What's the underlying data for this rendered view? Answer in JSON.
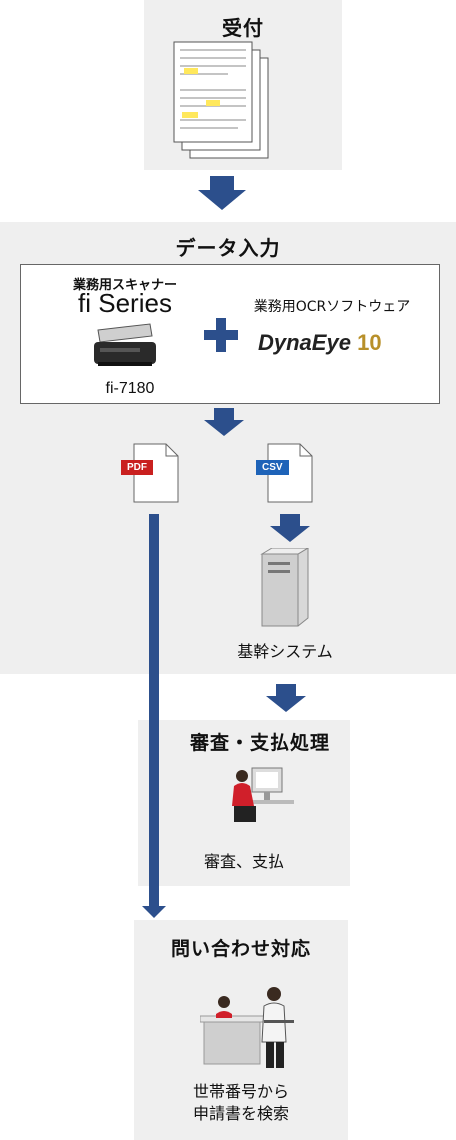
{
  "step1": {
    "title": "受付"
  },
  "step2": {
    "title": "データ入力",
    "scanner_caption": "業務用スキャナー",
    "scanner_brand": "fi Series",
    "scanner_model": "fi-7180",
    "ocr_caption": "業務用OCRソフトウェア",
    "ocr_brand": "DynaEye",
    "ocr_version": "10",
    "pdf_tag": "PDF",
    "csv_tag": "CSV",
    "system_label": "基幹システム"
  },
  "step3": {
    "title": "審査・支払処理",
    "label": "審査、支払"
  },
  "step4": {
    "title": "問い合わせ対応",
    "label_line1": "世帯番号から",
    "label_line2": "申請書を検索"
  },
  "colors": {
    "arrow": "#2c4f8c",
    "panel": "#efefef",
    "pdf": "#c9201f",
    "csv": "#1e63b8",
    "dynaeye_gold": "#b8902a"
  }
}
